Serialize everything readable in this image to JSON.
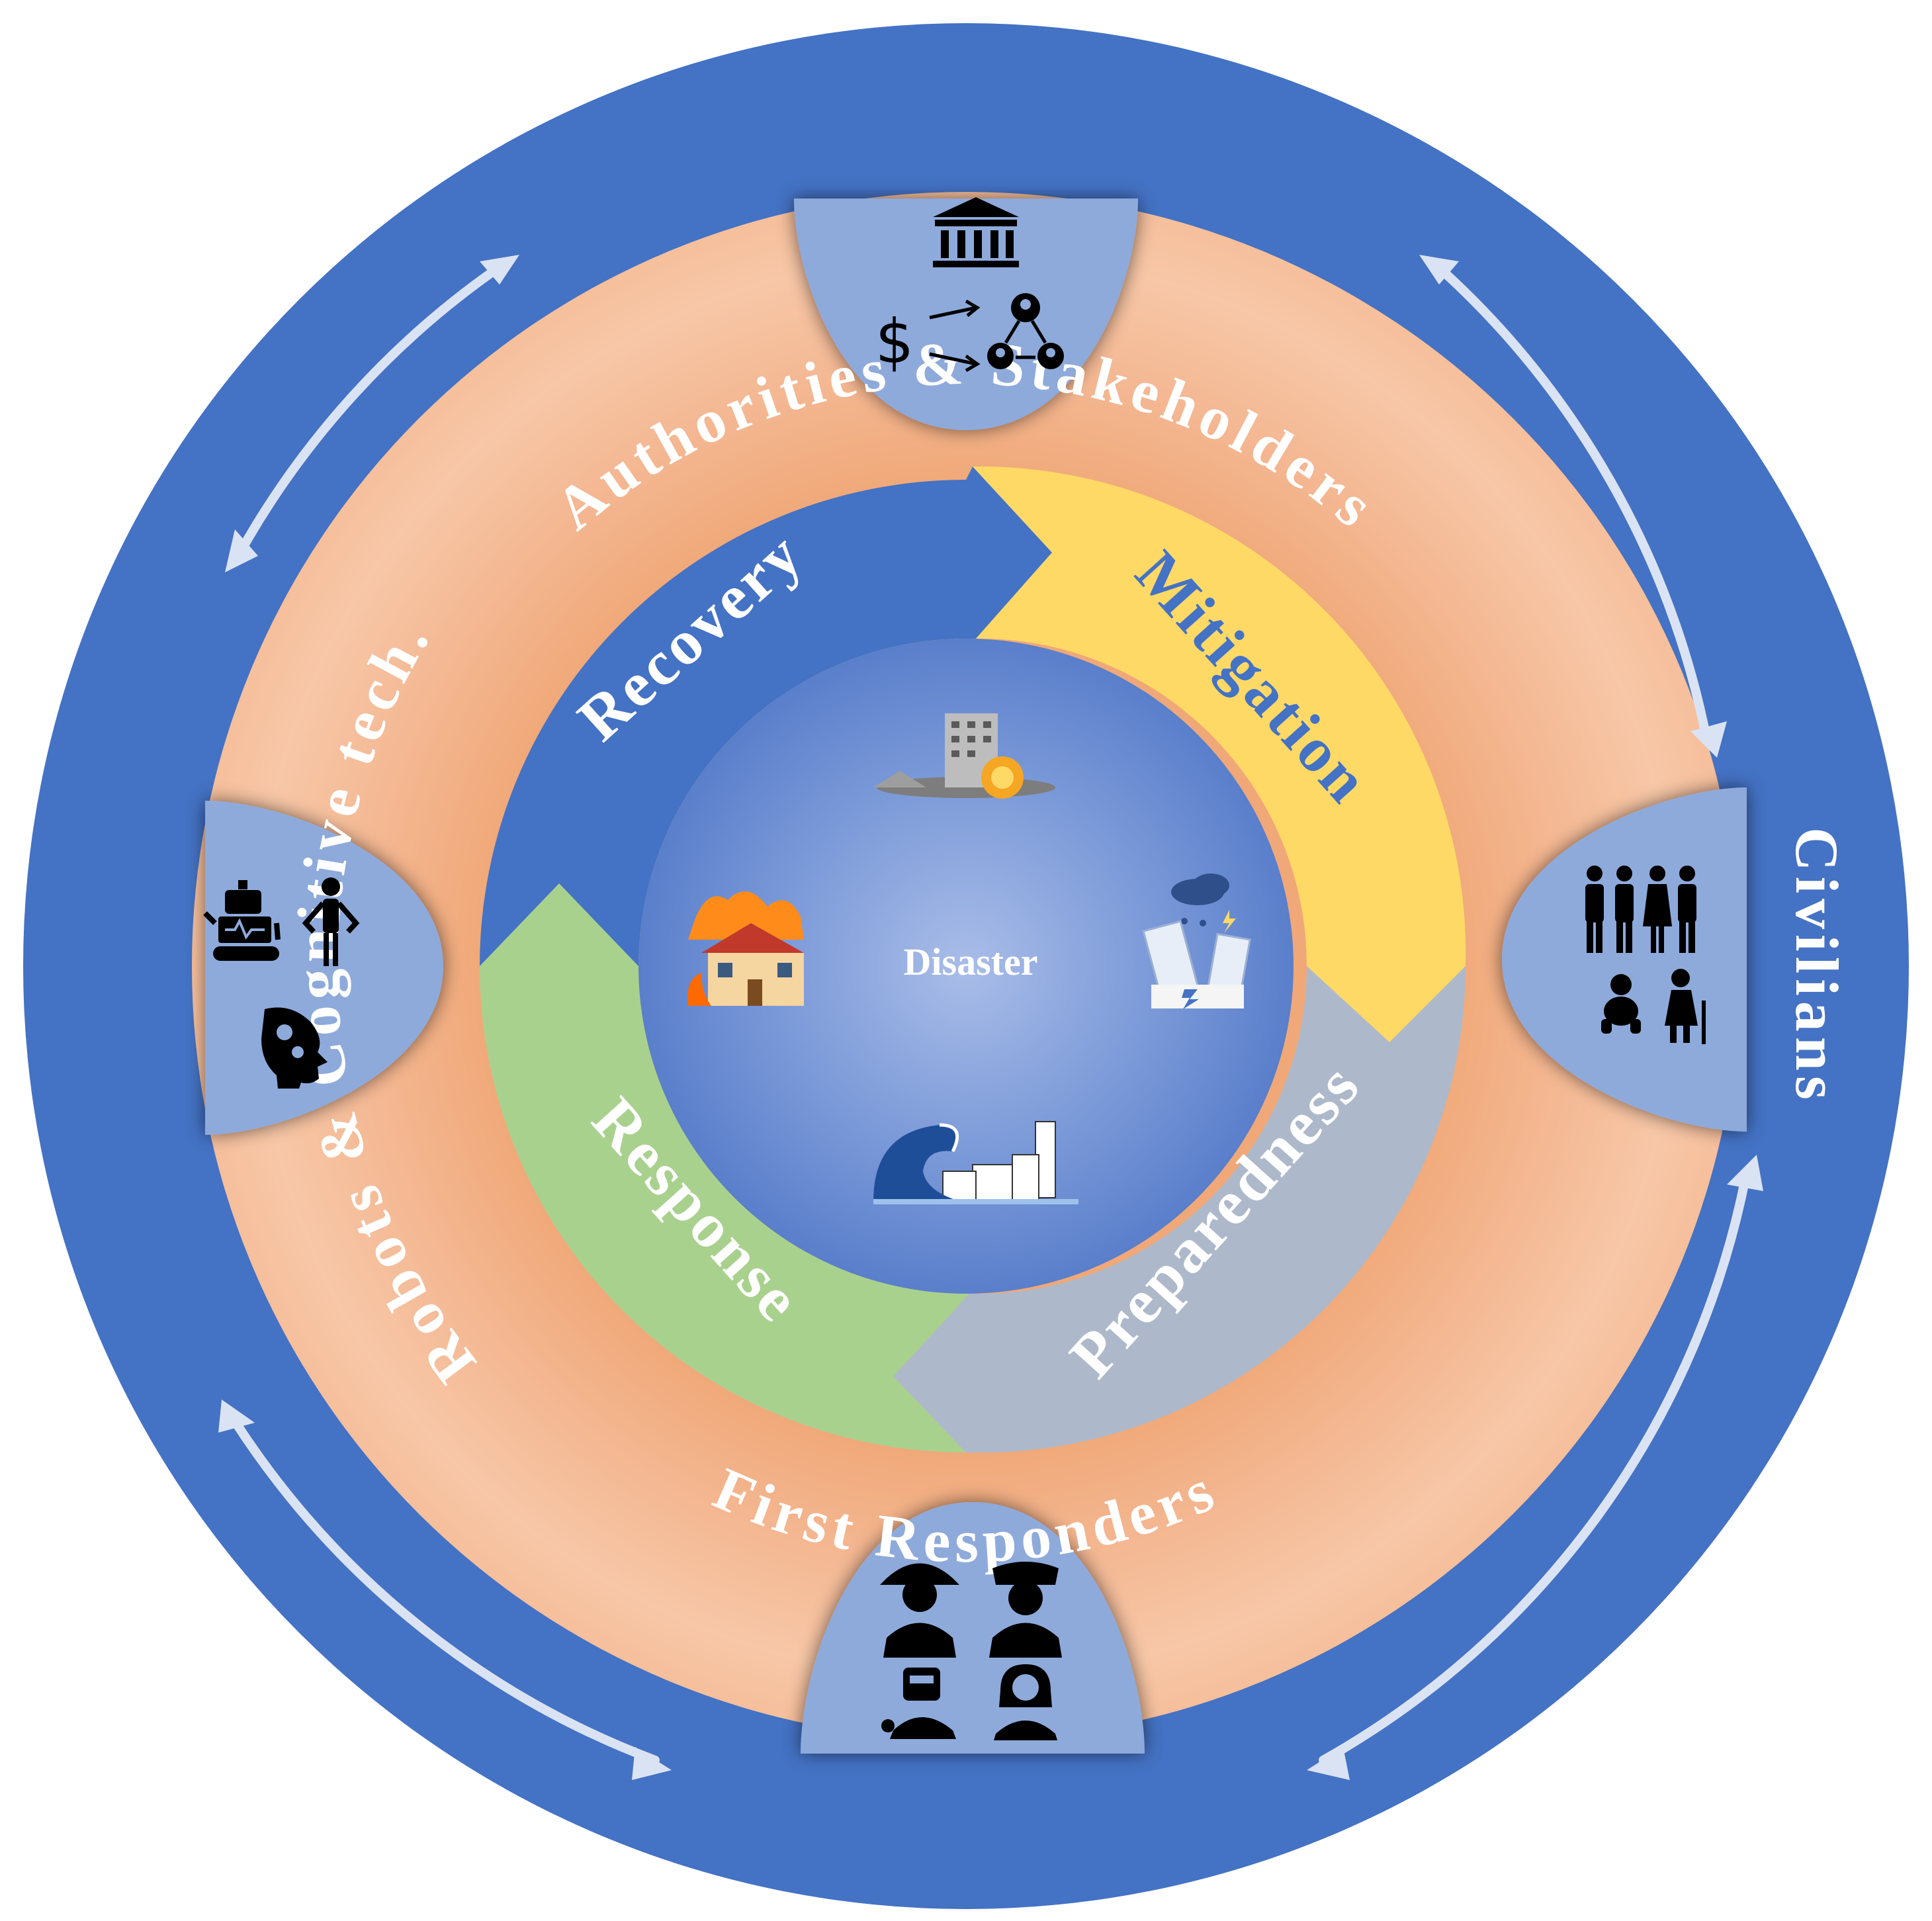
{
  "outer_ring": {
    "top": "Authorities & Stakeholders",
    "right": "Civilians",
    "bottom": "First Responders",
    "left": "Robots & Cognitive tech."
  },
  "cycle": {
    "recovery": "Recovery",
    "mitigation": "Mitigation",
    "preparedness": "Preparedness",
    "response": "Response"
  },
  "center": {
    "label": "Disaster"
  },
  "colors": {
    "outer_ring": "#4472c4",
    "peach_band": "#f2b48a",
    "node": "#8eaadb",
    "recovery": "#4472c4",
    "mitigation": "#ffd966",
    "preparedness": "#adb9ca",
    "response": "#a9d18e",
    "center": "#6b8fd4",
    "arrows": "#dae3f3"
  },
  "icons": {
    "authorities": [
      "bank-icon",
      "dollar-icon",
      "network-people-icon"
    ],
    "civilians": [
      "family-icon",
      "baby-icon",
      "elderly-icon"
    ],
    "first_responders": [
      "firefighter-icon",
      "police-icon",
      "welder-icon",
      "doctor-icon"
    ],
    "robots": [
      "robot-icon",
      "mannequin-icon",
      "brain-gear-icon"
    ],
    "disasters": [
      "collapsed-building-icon",
      "house-fire-icon",
      "storm-building-icon",
      "tsunami-icon"
    ]
  }
}
